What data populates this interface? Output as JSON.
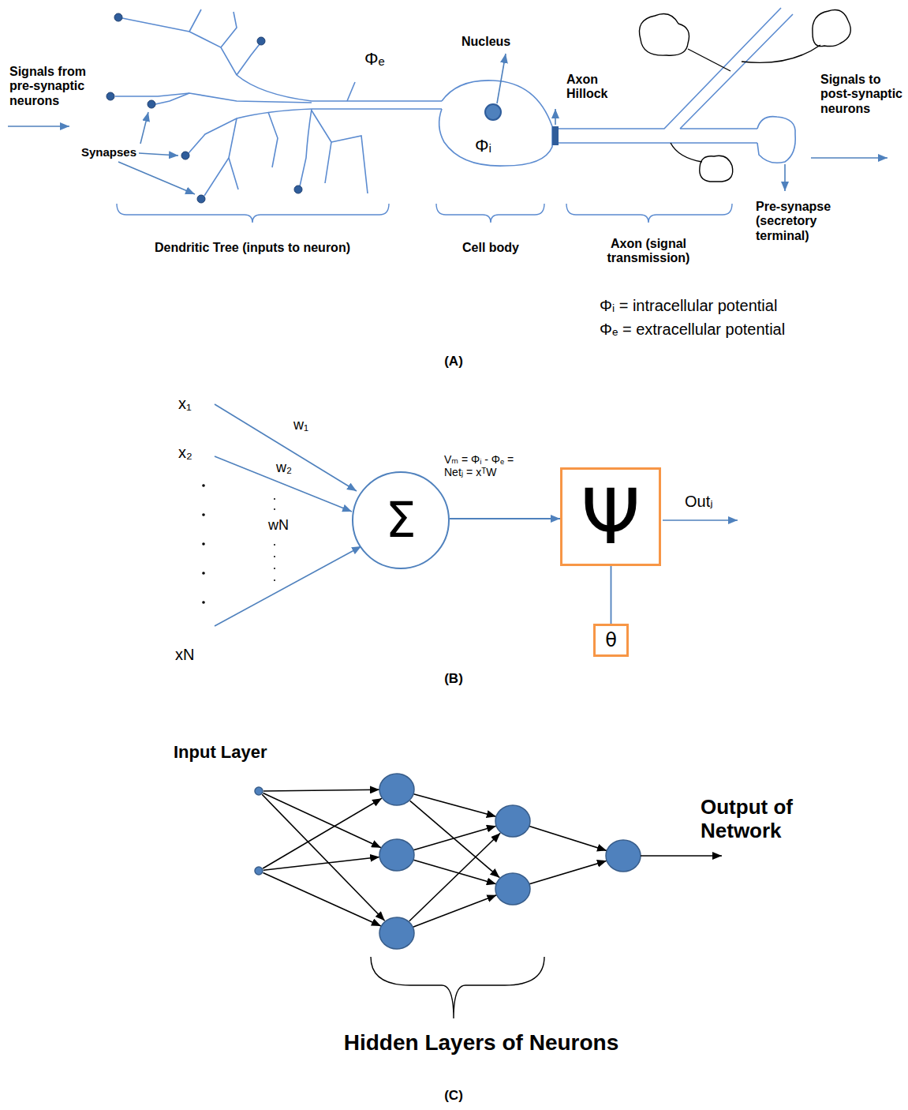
{
  "diagram": {
    "nodes": [
      {
        "text": [
          "Σ"
        ]
      },
      {
        "text": [
          "Ψ"
        ]
      },
      {
        "text": [
          "θ"
        ]
      }
    ],
    "edges": [
      {
        "from": 0,
        "to": 1,
        "arrow": "to"
      },
      {
        "from": 2,
        "to": 1,
        "arrow": "none"
      }
    ],
    "labels": [
      "Signals from pre-synaptic neurons",
      "Φₑ",
      "Nucleus",
      "Axon Hillock",
      "Signals to post-synaptic neurons",
      "Φᵢ",
      "Synapses",
      "Pre-synapse (secretory terminal)",
      "Dendritic Tree (inputs to neuron)",
      "Cell body",
      "Axon (signal transmission)",
      "Φᵢ = intracellular potential",
      "Φₑ = extracellular potential",
      "(A)",
      "x₁",
      "w₁",
      "x₂",
      "w₂",
      "Vₘ = Φᵢ - Φₑ = Netⱼ = xᵀW",
      "Outⱼ",
      "wN",
      "xN",
      "(B)",
      "Input Layer",
      "Output of Network",
      "Hidden Layers of Neurons",
      "(C)"
    ]
  }
}
